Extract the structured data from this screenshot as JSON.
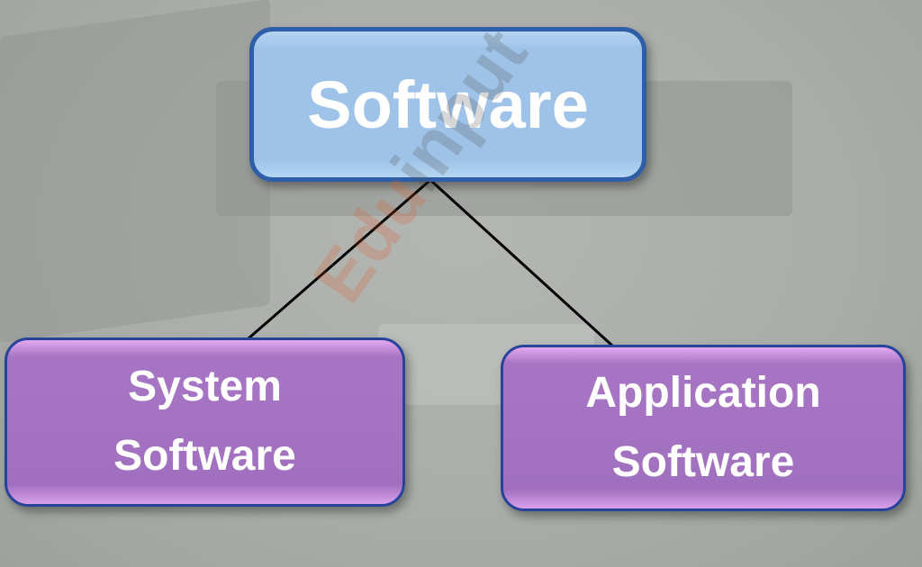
{
  "diagram": {
    "root": {
      "label": "Software"
    },
    "children": [
      {
        "lines": [
          "System",
          "Software"
        ]
      },
      {
        "lines": [
          "Application",
          "Software"
        ]
      }
    ]
  },
  "watermark": {
    "text_a": "Edu",
    "text_b": "input"
  },
  "colors": {
    "root_fill": "#9fc3e8",
    "root_border": "#2f5ea8",
    "child_fill": "#a070bf",
    "child_border": "#27449a",
    "connector": "#000000"
  }
}
